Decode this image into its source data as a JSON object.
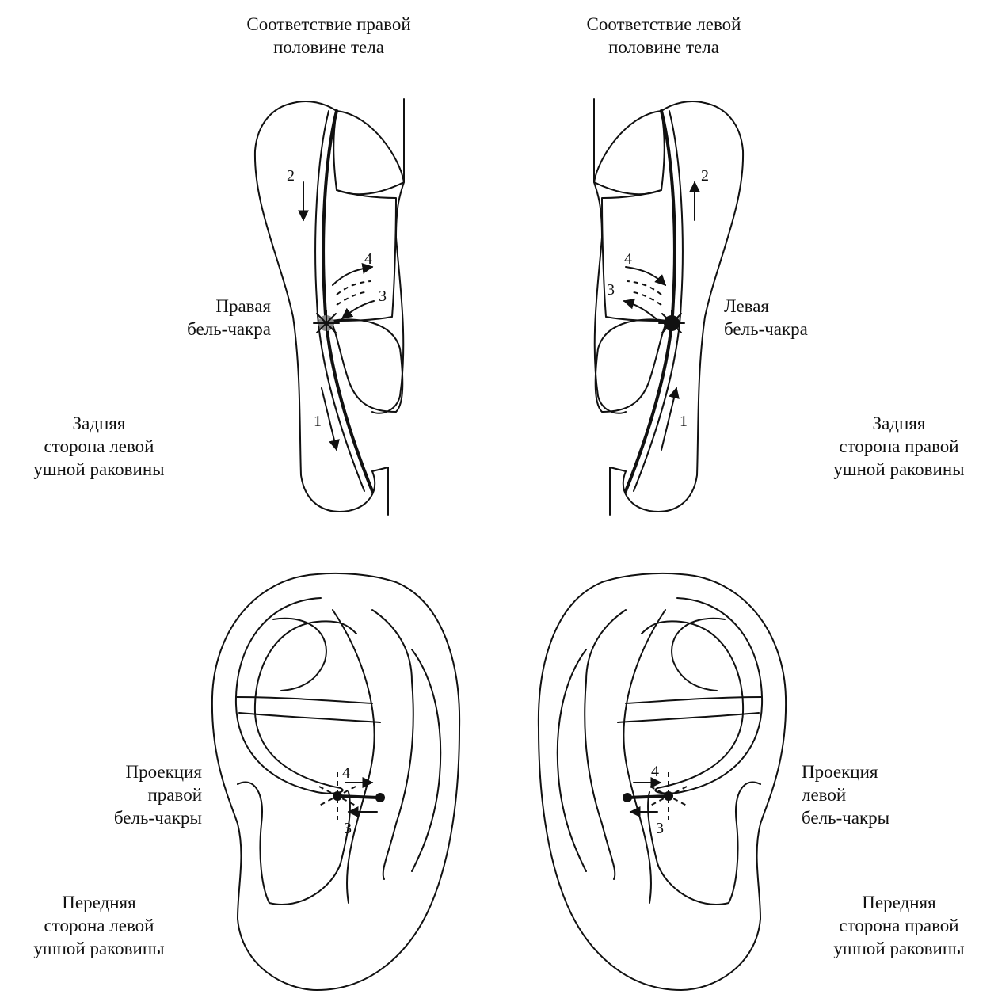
{
  "labels": {
    "top_left_title": "Соответствие правой\nполовине тела",
    "top_right_title": "Соответствие левой\nполовине тела",
    "right_bel_chakra": "Правая\nбель-чакра",
    "left_bel_chakra": "Левая\nбель-чакра",
    "back_left_ear": "Задняя\nсторона левой\nушной раковины",
    "back_right_ear": "Задняя\nсторона правой\nушной раковины",
    "proj_right": "Проекция\nправой\nбель-чакры",
    "proj_left": "Проекция\nлевой\nбель-чакры",
    "front_left_ear": "Передняя\nсторона левой\nушной раковины",
    "front_right_ear": "Передняя\nсторона правой\nушной раковины"
  },
  "numbers": {
    "n1": "1",
    "n2": "2",
    "n3": "3",
    "n4": "4"
  }
}
